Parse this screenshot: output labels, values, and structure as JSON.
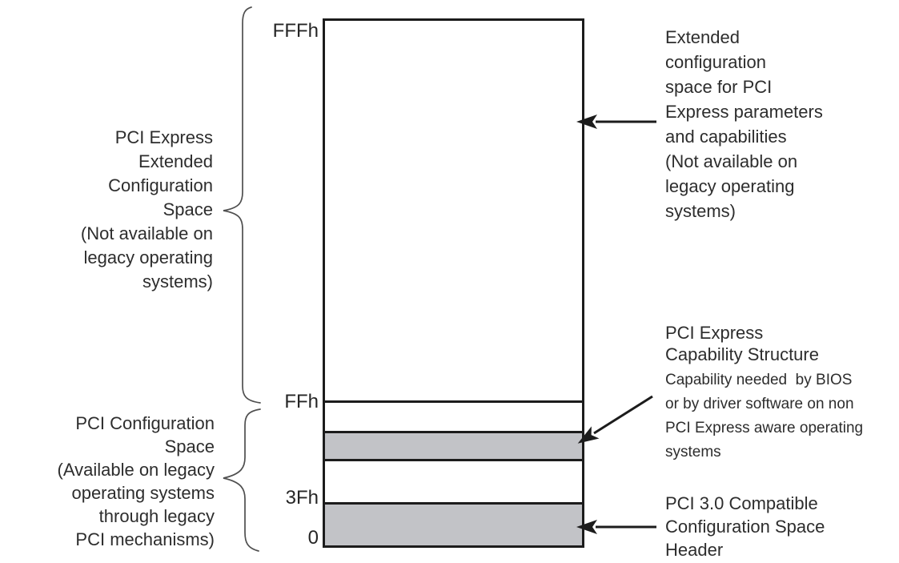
{
  "colors": {
    "band_gray": "#c2c3c7",
    "outline_black": "#1c1c1c",
    "text_dark": "#2d2d2d",
    "brace_gray": "#4f4f4f"
  },
  "memory_map": {
    "address_labels": [
      "FFFh",
      "FFh",
      "3Fh",
      "0"
    ],
    "regions": [
      {
        "id": "extended-configuration-space",
        "shaded": false
      },
      {
        "id": "gap-above-capability-structure",
        "shaded": false
      },
      {
        "id": "pci-express-capability-structure",
        "shaded": true
      },
      {
        "id": "gap-below-capability-structure",
        "shaded": false
      },
      {
        "id": "pci-30-configuration-header",
        "shaded": true
      }
    ]
  },
  "left_blocks": [
    {
      "lines": [
        "PCI Express",
        "Extended",
        "Configuration",
        "Space",
        "(Not available on",
        "legacy operating",
        "systems)"
      ]
    },
    {
      "lines": [
        "PCI Configuration",
        "Space",
        "(Available on legacy",
        "operating systems",
        "through legacy",
        "PCI mechanisms)"
      ]
    }
  ],
  "right_blocks": [
    {
      "lines": [
        "Extended",
        "configuration",
        "space for PCI",
        "Express parameters",
        "and capabilities",
        "(Not available on",
        "legacy operating",
        "systems)"
      ]
    },
    {
      "title_lines": [
        "PCI Express",
        "Capability Structure"
      ],
      "body_lines": [
        "Capability needed  by BIOS",
        "or by driver software on non",
        "PCI Express aware operating",
        "systems"
      ]
    },
    {
      "lines": [
        "PCI 3.0 Compatible",
        "Configuration Space",
        "Header"
      ]
    }
  ]
}
